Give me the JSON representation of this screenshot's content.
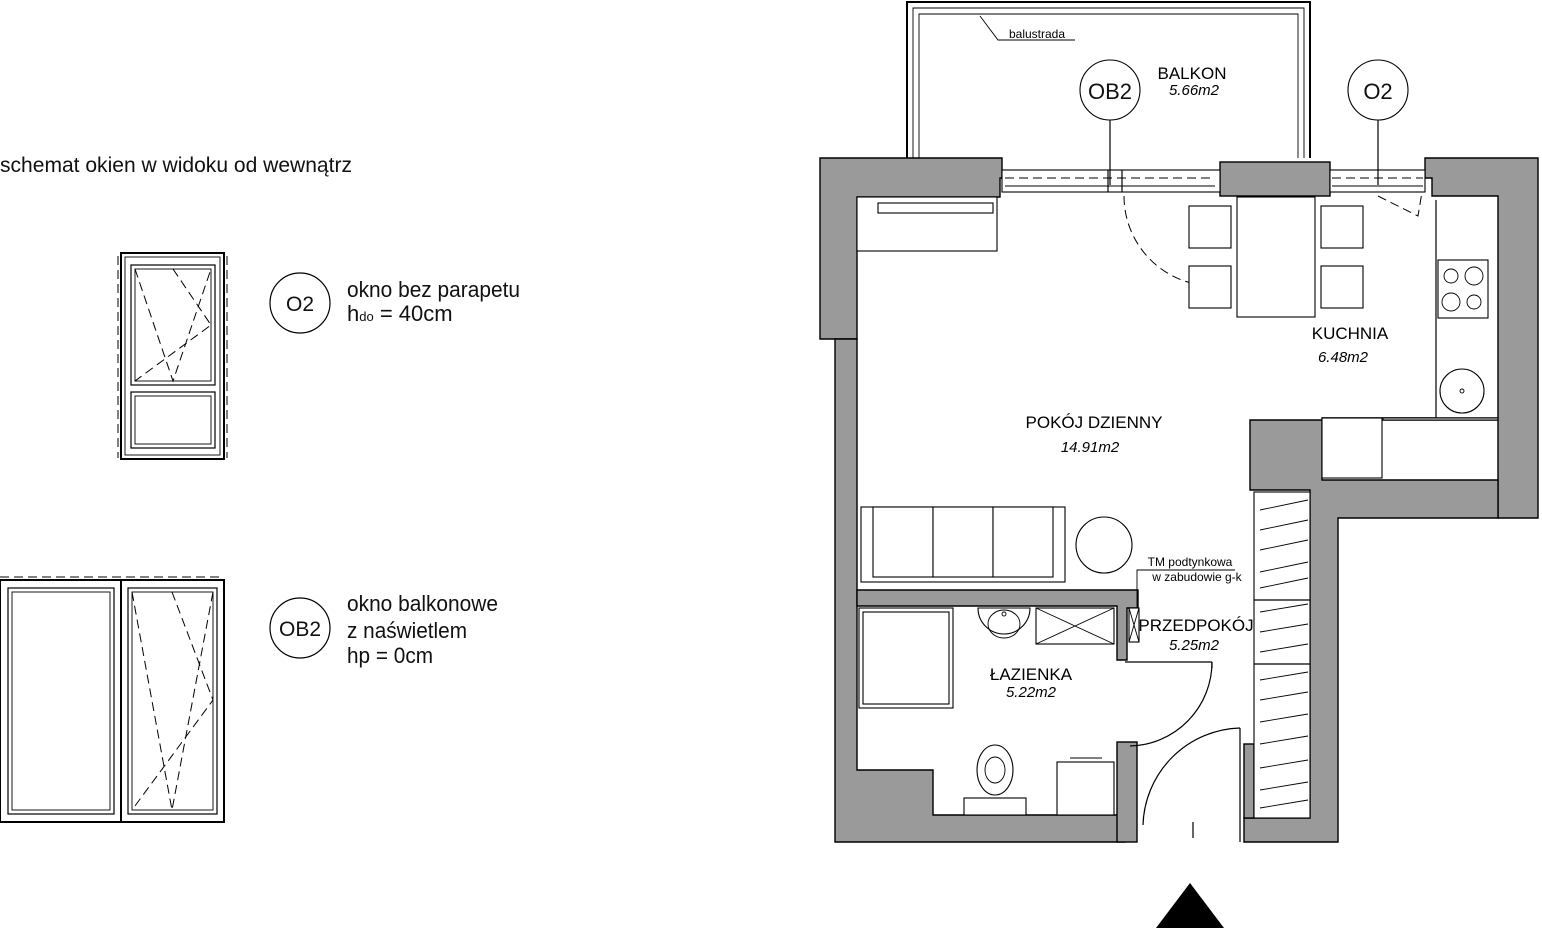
{
  "legend": {
    "title": "schemat okien w widoku od wewnątrz",
    "windows": [
      {
        "code": "O2",
        "line1": "okno bez parapetu",
        "line2_prefix": "h",
        "line2_sub": "do",
        "line2_rest": " = 40cm"
      },
      {
        "code": "OB2",
        "line1": "okno balkonowe",
        "line2": "z naświetlem",
        "line3": "hp = 0cm"
      }
    ]
  },
  "plan": {
    "rooms": [
      {
        "name": "BALKON",
        "area": "5.66m2"
      },
      {
        "name": "KUCHNIA",
        "area": "6.48m2"
      },
      {
        "name": "POKÓJ DZIENNY",
        "area": "14.91m2"
      },
      {
        "name": "PRZEDPOKÓJ",
        "area": "5.25m2"
      },
      {
        "name": "ŁAZIENKA",
        "area": "5.22m2"
      }
    ],
    "window_tags": [
      "OB2",
      "O2"
    ],
    "annotations": {
      "railing": "balustrada",
      "installation_line1": "TM podtynkowa",
      "installation_line2": "w zabudowie g-k"
    }
  }
}
